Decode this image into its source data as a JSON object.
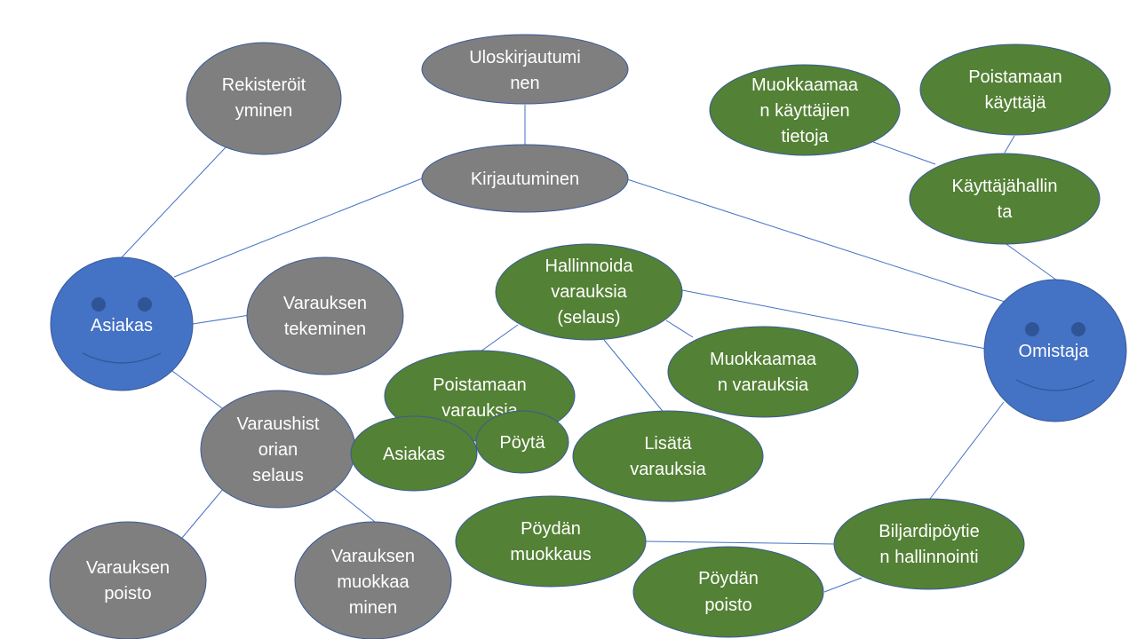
{
  "colors": {
    "gray_node": "#7f7f7f",
    "green_node": "#538135",
    "actor_node": "#4472c4",
    "edge": "#4472c4",
    "text": "#ffffff"
  },
  "actors": {
    "asiakas": "Asiakas",
    "omistaja": "Omistaja"
  },
  "nodes": {
    "rekisteroityminen": [
      "Rekisteröit",
      "yminen"
    ],
    "uloskirjautuminen": [
      "Uloskirjautumi",
      "nen"
    ],
    "kirjautuminen": [
      "Kirjautuminen"
    ],
    "varauksen_tekeminen": [
      "Varauksen",
      "tekeminen"
    ],
    "varaushistorian_selaus": [
      "Varaushist",
      "orian",
      "selaus"
    ],
    "varauksen_poisto": [
      "Varauksen",
      "poisto"
    ],
    "varauksen_muokkaaminen": [
      "Varauksen",
      "muokkaa",
      "minen"
    ],
    "muokkaamaan_kayttajien_tietoja": [
      "Muokkaamaa",
      "n käyttäjien",
      "tietoja"
    ],
    "poistamaan_kayttaja": [
      "Poistamaan",
      "käyttäjä"
    ],
    "kayttajahallinta": [
      "Käyttäjähallin",
      "ta"
    ],
    "hallinnoida_varauksia": [
      "Hallinnoida",
      "varauksia",
      "(selaus)"
    ],
    "muokkaamaan_varauksia": [
      "Muokkaamaa",
      "n varauksia"
    ],
    "poistamaan_varauksia": [
      "Poistamaan",
      "varauksia"
    ],
    "filter_asiakas": [
      "Asiakas"
    ],
    "filter_poyta": [
      "Pöytä"
    ],
    "lisata_varauksia": [
      "Lisätä",
      "varauksia"
    ],
    "poydan_muokkaus": [
      "Pöydän",
      "muokkaus"
    ],
    "biljardipoytien_hallinnointi": [
      "Biljardipöytie",
      "n hallinnointi"
    ],
    "poydan_poisto": [
      "Pöydän",
      "poisto"
    ]
  }
}
